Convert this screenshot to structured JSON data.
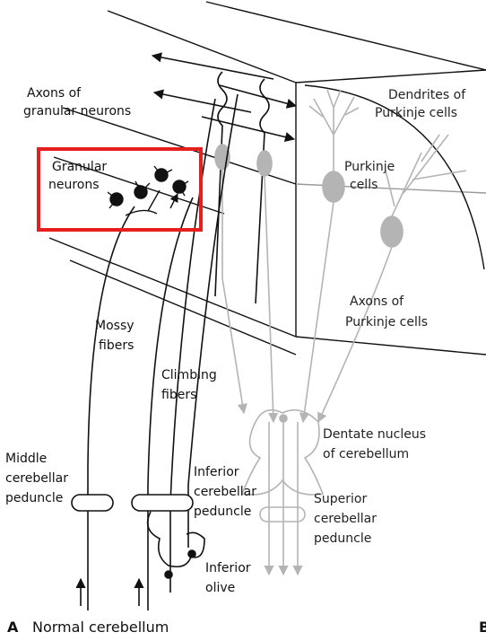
{
  "labels": {
    "axons_granular": [
      "Axons of",
      "granular neurons"
    ],
    "granular_neurons": [
      "Granular",
      "neurons"
    ],
    "dendrites_purkinje": [
      "Dendrites of",
      "Purkinje cells"
    ],
    "purkinje_cells": [
      "Purkinje",
      "cells"
    ],
    "axons_purkinje": [
      "Axons of",
      "Purkinje cells"
    ],
    "mossy_fibers": [
      "Mossy",
      "fibers"
    ],
    "climbing_fibers": [
      "Climbing",
      "fibers"
    ],
    "dentate_nucleus": [
      "Dentate nucleus",
      "of cerebellum"
    ],
    "middle_peduncle": [
      "Middle",
      "cerebellar",
      "peduncle"
    ],
    "inferior_peduncle": [
      "Inferior",
      "cerebellar",
      "peduncle"
    ],
    "superior_peduncle": [
      "Superior",
      "cerebellar",
      "peduncle"
    ],
    "inferior_olive": [
      "Inferior",
      "olive"
    ]
  },
  "caption": {
    "letter": "A",
    "text": "Normal cerebellum"
  },
  "next_panel_letter": "B",
  "colors": {
    "ink": "#111111",
    "efferent_grey": "#b4b4b4",
    "highlight_box": "#e61e1e"
  }
}
